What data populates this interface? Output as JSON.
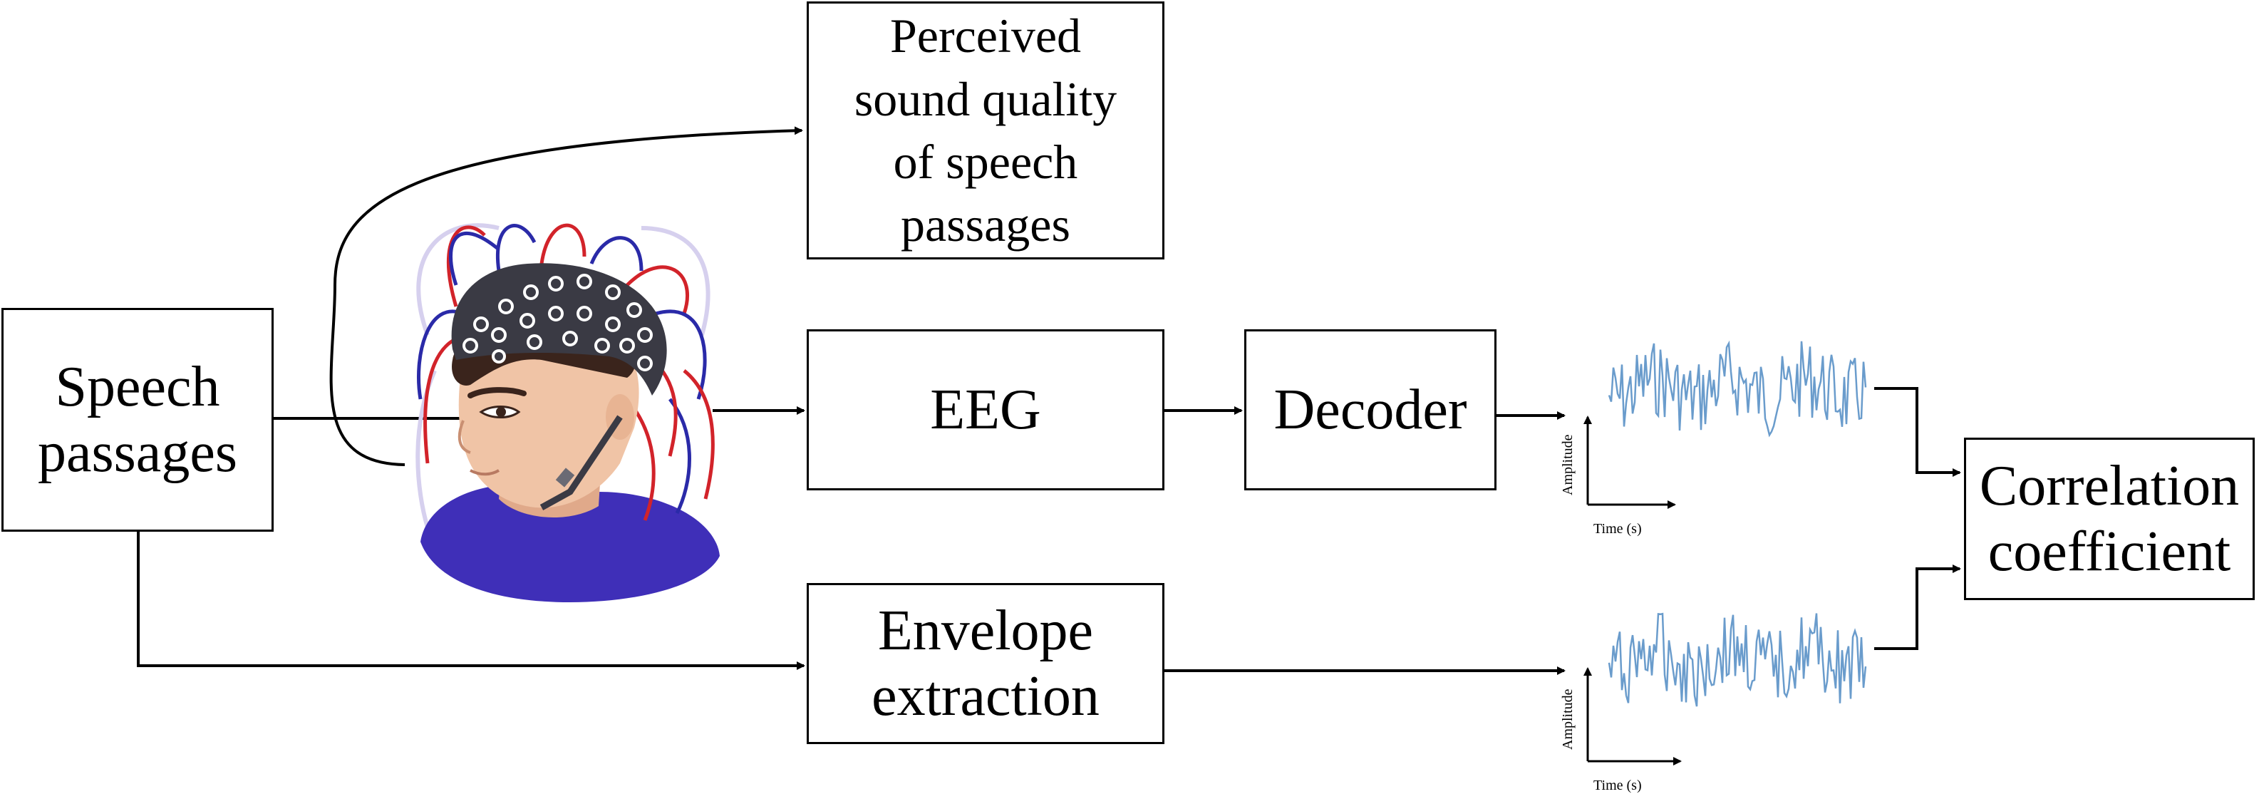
{
  "boxes": {
    "speech": [
      "Speech",
      "passages"
    ],
    "quality": [
      "Perceived",
      "sound quality",
      "of speech",
      "passages"
    ],
    "eeg": "EEG",
    "decoder": "Decoder",
    "envelope": [
      "Envelope",
      "extraction"
    ],
    "correlation": [
      "Correlation",
      "coefficient"
    ]
  },
  "plots": {
    "top": {
      "ylabel": "Amplitude",
      "xlabel": "Time (s)",
      "line_color": "#6a9ccc"
    },
    "bottom": {
      "ylabel": "Amplitude",
      "xlabel": "Time (s)",
      "line_color": "#6a9ccc"
    }
  },
  "head_icon": {
    "name": "eeg-cap-head-illustration",
    "cap_color": "#3a3a44",
    "shirt_color": "#3f2fb8",
    "wire_red": "#d2232a",
    "wire_blue": "#2a2aa8",
    "skin": "#f0c4a6",
    "hair": "#3a241c"
  }
}
